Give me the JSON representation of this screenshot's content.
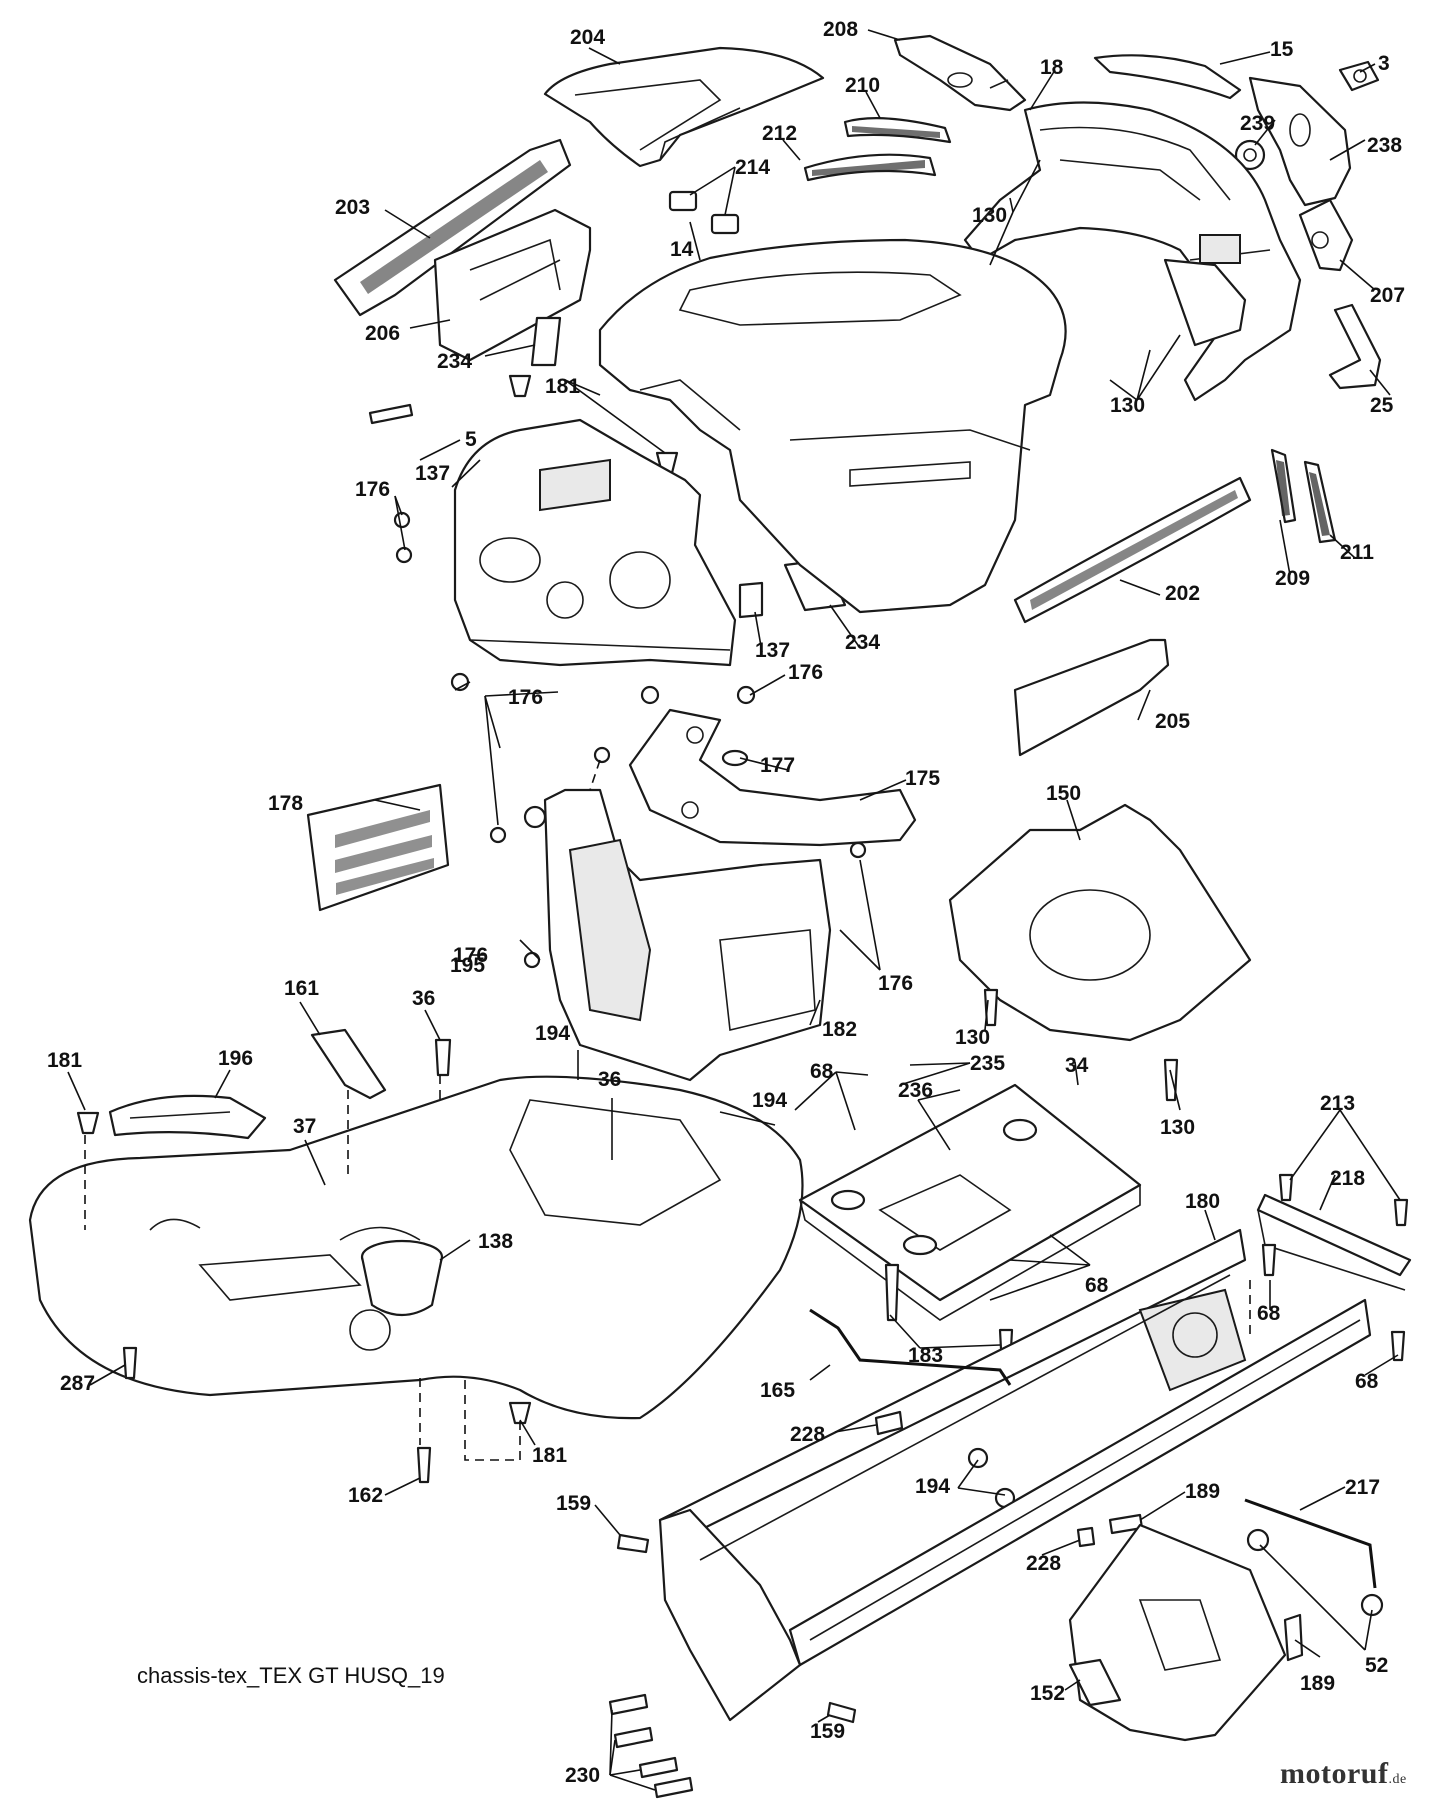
{
  "diagram": {
    "caption": "chassis-tex_TEX GT HUSQ_19",
    "watermark": {
      "name": "motoruf",
      "suffix": ".de",
      "accent": "#d4792a"
    },
    "callouts": [
      {
        "id": "c-204",
        "label": "204"
      },
      {
        "id": "c-208",
        "label": "208"
      },
      {
        "id": "c-18",
        "label": "18"
      },
      {
        "id": "c-15",
        "label": "15"
      },
      {
        "id": "c-3",
        "label": "3"
      },
      {
        "id": "c-210",
        "label": "210"
      },
      {
        "id": "c-212",
        "label": "212"
      },
      {
        "id": "c-239",
        "label": "239"
      },
      {
        "id": "c-238",
        "label": "238"
      },
      {
        "id": "c-214",
        "label": "214"
      },
      {
        "id": "c-203",
        "label": "203"
      },
      {
        "id": "c-130a",
        "label": "130"
      },
      {
        "id": "c-14",
        "label": "14"
      },
      {
        "id": "c-207",
        "label": "207"
      },
      {
        "id": "c-206",
        "label": "206"
      },
      {
        "id": "c-234a",
        "label": "234"
      },
      {
        "id": "c-130b",
        "label": "130"
      },
      {
        "id": "c-25",
        "label": "25"
      },
      {
        "id": "c-181a",
        "label": "181"
      },
      {
        "id": "c-5",
        "label": "5"
      },
      {
        "id": "c-137a",
        "label": "137"
      },
      {
        "id": "c-176a",
        "label": "176"
      },
      {
        "id": "c-209",
        "label": "209"
      },
      {
        "id": "c-211",
        "label": "211"
      },
      {
        "id": "c-202",
        "label": "202"
      },
      {
        "id": "c-137b",
        "label": "137"
      },
      {
        "id": "c-234b",
        "label": "234"
      },
      {
        "id": "c-176b",
        "label": "176"
      },
      {
        "id": "c-176c",
        "label": "176"
      },
      {
        "id": "c-205",
        "label": "205"
      },
      {
        "id": "c-177",
        "label": "177"
      },
      {
        "id": "c-178",
        "label": "178"
      },
      {
        "id": "c-175",
        "label": "175"
      },
      {
        "id": "c-150",
        "label": "150"
      },
      {
        "id": "c-195",
        "label": "195"
      },
      {
        "id": "c-176d",
        "label": "176"
      },
      {
        "id": "c-176e",
        "label": "176"
      },
      {
        "id": "c-161",
        "label": "161"
      },
      {
        "id": "c-36a",
        "label": "36"
      },
      {
        "id": "c-182",
        "label": "182"
      },
      {
        "id": "c-130c",
        "label": "130"
      },
      {
        "id": "c-181b",
        "label": "181"
      },
      {
        "id": "c-196",
        "label": "196"
      },
      {
        "id": "c-194a",
        "label": "194"
      },
      {
        "id": "c-235",
        "label": "235"
      },
      {
        "id": "c-34",
        "label": "34"
      },
      {
        "id": "c-68a",
        "label": "68"
      },
      {
        "id": "c-36b",
        "label": "36"
      },
      {
        "id": "c-236",
        "label": "236"
      },
      {
        "id": "c-130d",
        "label": "130"
      },
      {
        "id": "c-37",
        "label": "37"
      },
      {
        "id": "c-194b",
        "label": "194"
      },
      {
        "id": "c-213",
        "label": "213"
      },
      {
        "id": "c-218",
        "label": "218"
      },
      {
        "id": "c-180",
        "label": "180"
      },
      {
        "id": "c-138",
        "label": "138"
      },
      {
        "id": "c-68b",
        "label": "68"
      },
      {
        "id": "c-68c",
        "label": "68"
      },
      {
        "id": "c-183",
        "label": "183"
      },
      {
        "id": "c-287",
        "label": "287"
      },
      {
        "id": "c-165",
        "label": "165"
      },
      {
        "id": "c-68d",
        "label": "68"
      },
      {
        "id": "c-228a",
        "label": "228"
      },
      {
        "id": "c-181c",
        "label": "181"
      },
      {
        "id": "c-217",
        "label": "217"
      },
      {
        "id": "c-162",
        "label": "162"
      },
      {
        "id": "c-194c",
        "label": "194"
      },
      {
        "id": "c-189a",
        "label": "189"
      },
      {
        "id": "c-159a",
        "label": "159"
      },
      {
        "id": "c-228b",
        "label": "228"
      },
      {
        "id": "c-52",
        "label": "52"
      },
      {
        "id": "c-189b",
        "label": "189"
      },
      {
        "id": "c-152",
        "label": "152"
      },
      {
        "id": "c-159b",
        "label": "159"
      },
      {
        "id": "c-230",
        "label": "230"
      }
    ]
  }
}
